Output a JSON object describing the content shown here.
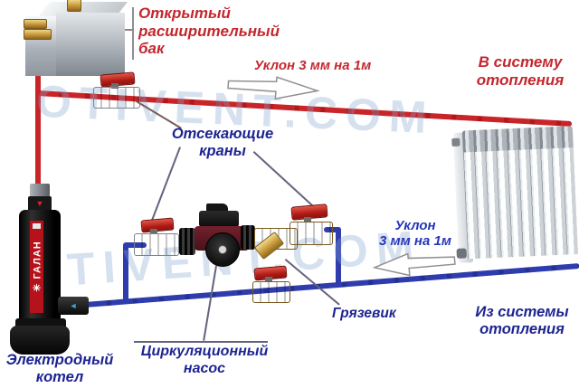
{
  "watermark": "OTIVENT.COM",
  "labels": {
    "expansion_tank": "Открытый\nрасширительный\nбак",
    "slope_supply": "Уклон 3 мм на 1м",
    "to_heating_system": "В систему\nотопления",
    "shutoff_valves": "Отсекающие\nкраны",
    "slope_return": "Уклон\n3 мм на 1м",
    "from_heating_system": "Из системы\nотопления",
    "dirt_trap": "Грязевик",
    "circulation_pump": "Циркуляционный\nнасос",
    "electrode_boiler": "Электродный\nкотел"
  },
  "equipment": {
    "boiler_brand": "ГАЛАН"
  },
  "icons": {
    "galan_star": "✳",
    "boiler_inlet_arrow": "▼",
    "boiler_outlet_arrow": "◄"
  },
  "colors": {
    "supply_pipe_red": "#c92428",
    "return_pipe_blue": "#2e3cae",
    "label_red": "#c4272e",
    "label_navy": "#1d2492",
    "slope_text_blue": "#2636b8",
    "watermark_blue": "#82a5d2",
    "boiler_stripe_red": "#b5121b"
  }
}
